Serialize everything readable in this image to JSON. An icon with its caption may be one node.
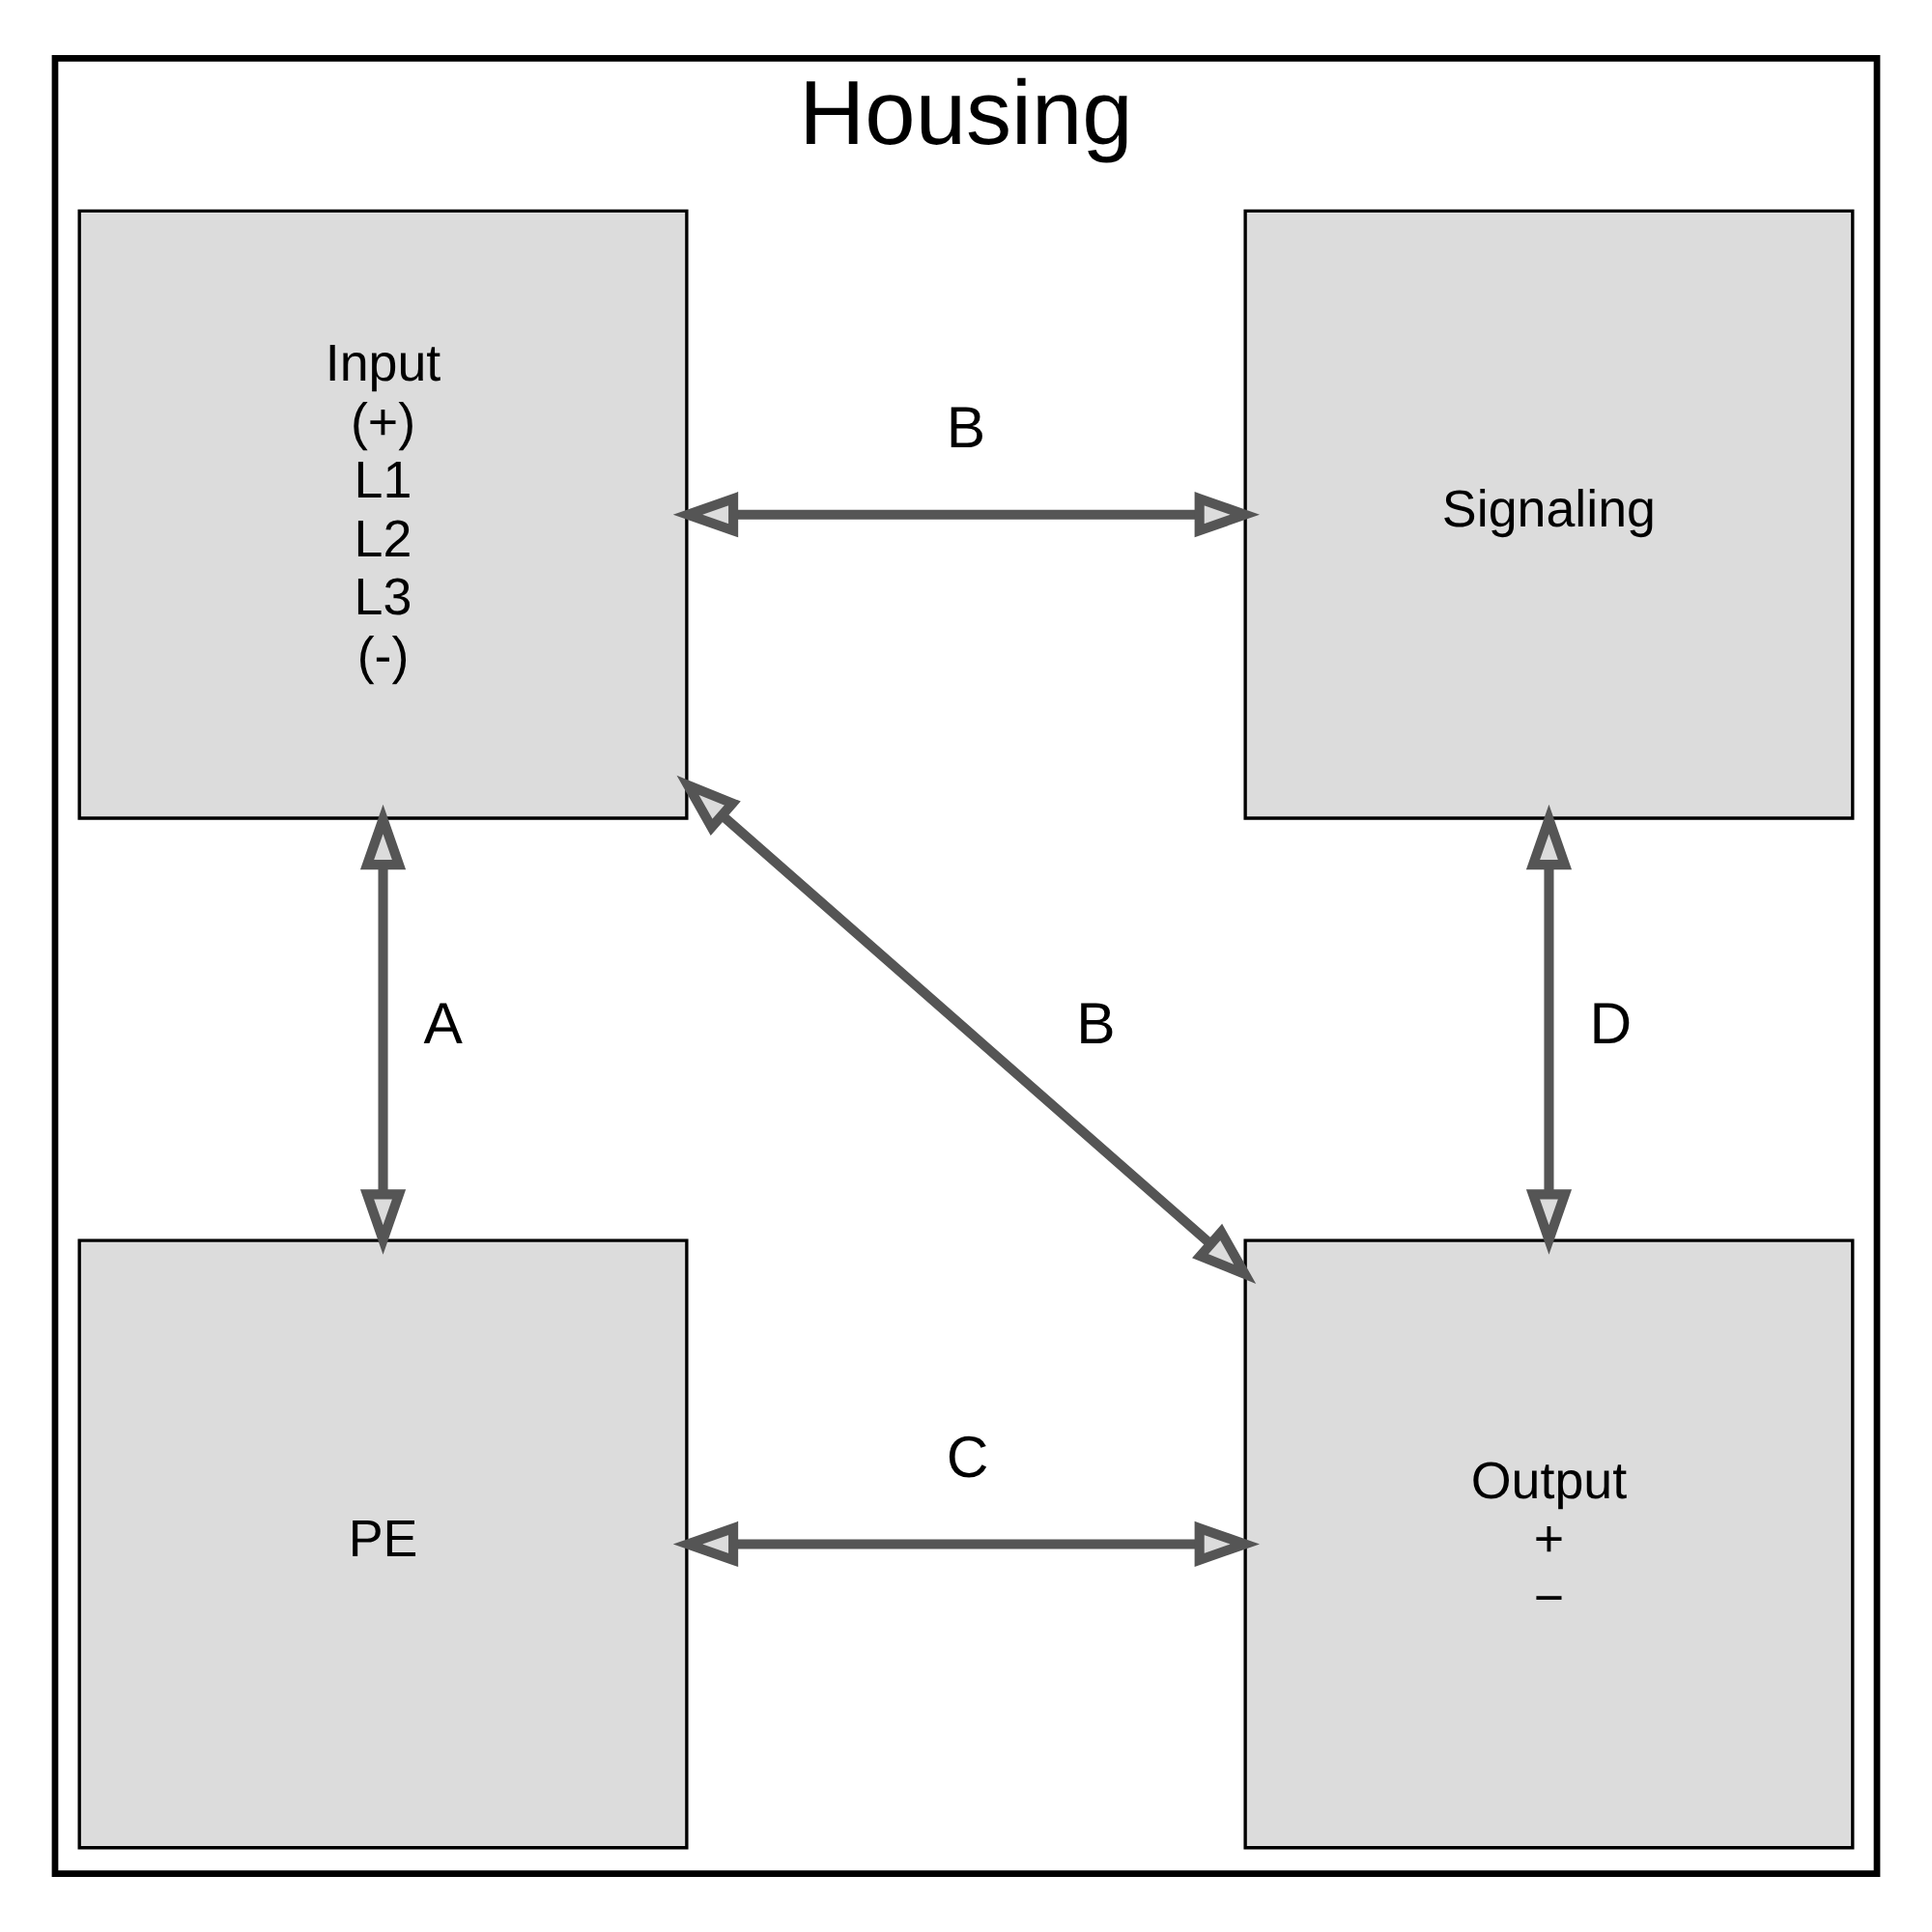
{
  "diagram": {
    "nodes": [
      {
        "text": [
          "Housing"
        ]
      },
      {
        "text": [
          "Input",
          "(+)",
          "L1",
          "L2",
          "L3",
          "(-)"
        ],
        "in": 0
      },
      {
        "text": [
          "Signaling"
        ],
        "in": 0
      },
      {
        "text": [
          "PE"
        ],
        "in": 0
      },
      {
        "text": [
          "Output",
          "+",
          "−"
        ],
        "in": 0
      }
    ],
    "edges": [
      {
        "from": 1,
        "to": 2,
        "arrow": "both",
        "label": "B"
      },
      {
        "from": 1,
        "to": 3,
        "arrow": "both",
        "label": "A"
      },
      {
        "from": 1,
        "to": 4,
        "arrow": "both",
        "label": "B"
      },
      {
        "from": 2,
        "to": 4,
        "arrow": "both",
        "label": "D"
      },
      {
        "from": 3,
        "to": 4,
        "arrow": "both",
        "label": "C"
      }
    ]
  }
}
